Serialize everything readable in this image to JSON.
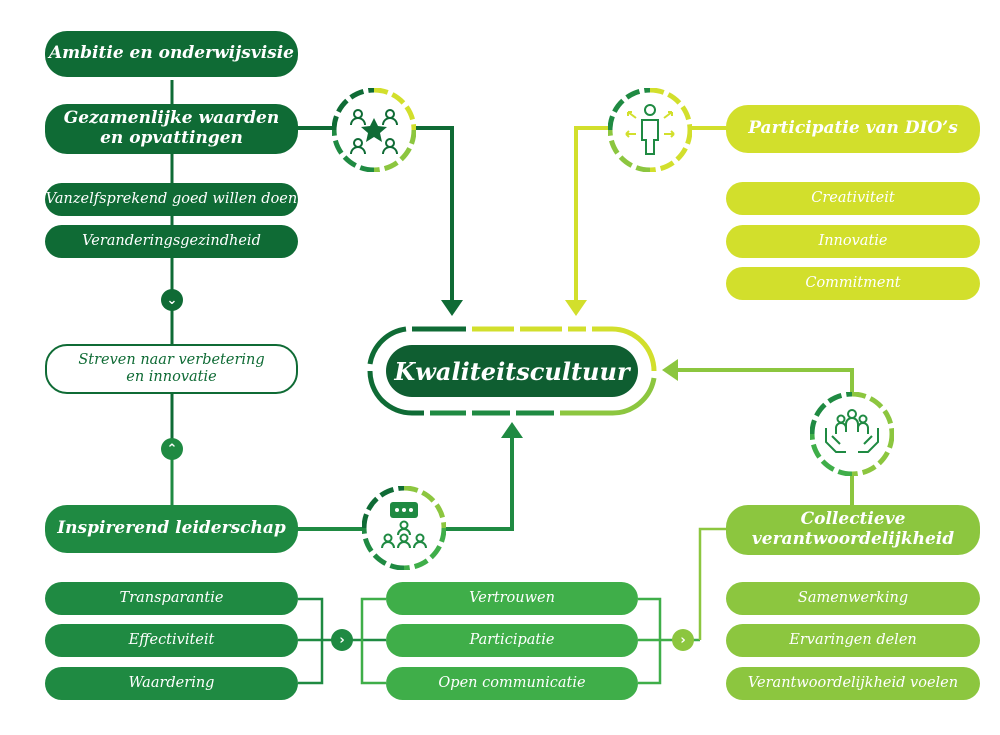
{
  "colors": {
    "dark_green": "#0f6b35",
    "green": "#1f8a42",
    "medium_green": "#3fae49",
    "light_green": "#8cc63f",
    "lime": "#d2df2c"
  },
  "center": {
    "label": "Kwaliteitscultuur"
  },
  "left_top": {
    "ambitie": "Ambitie en onderwijsvisie",
    "waarden": "Gezamenlijke waarden en opvattingen",
    "items": [
      "Vanzelfsprekend goed willen doen",
      "Veranderingsgezindheid"
    ],
    "streven": "Streven naar verbetering en innovatie"
  },
  "left_bottom": {
    "leiderschap": "Inspirerend leiderschap",
    "items": [
      "Transparantie",
      "Effectiviteit",
      "Waardering"
    ]
  },
  "middle_bottom": {
    "items": [
      "Vertrouwen",
      "Participatie",
      "Open communicatie"
    ]
  },
  "right_top": {
    "title": "Participatie van DIO’s",
    "items": [
      "Creativiteit",
      "Innovatie",
      "Commitment"
    ]
  },
  "right_bottom": {
    "title": "Collectieve verantwoordelijkheid",
    "items": [
      "Samenwerking",
      "Ervaringen delen",
      "Verantwoordelijkheid voelen"
    ]
  },
  "icons": [
    "team-star-icon",
    "person-expand-icon",
    "presenter-group-icon",
    "hands-people-icon"
  ]
}
